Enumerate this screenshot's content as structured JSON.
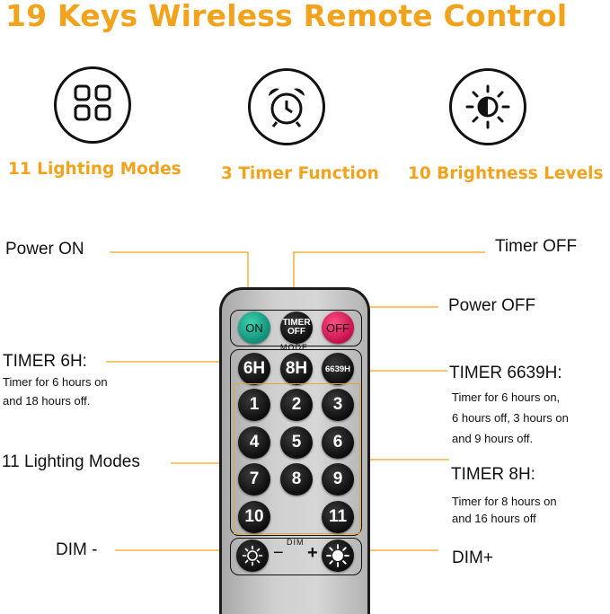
{
  "title": "19 Keys Wireless Remote Control",
  "features": [
    {
      "icon": "grid-icon",
      "label": "11 Lighting Modes"
    },
    {
      "icon": "alarm-clock-icon",
      "label": "3 Timer Function"
    },
    {
      "icon": "brightness-icon",
      "label": "10 Brightness Levels"
    }
  ],
  "callouts": {
    "power_on": "Power ON",
    "timer_off": "Timer OFF",
    "power_off": "Power OFF",
    "timer_6h": "TIMER 6H:",
    "timer_6h_desc_1": "Timer for 6 hours on",
    "timer_6h_desc_2": "and 18 hours off.",
    "timer_6639h": "TIMER 6639H:",
    "timer_6639h_desc_1": "Timer for 6 hours on,",
    "timer_6639h_desc_2": "6 hours off, 3 hours on",
    "timer_6639h_desc_3": "and 9 hours off.",
    "lighting_modes": "11 Lighting Modes",
    "timer_8h": "TIMER 8H:",
    "timer_8h_desc_1": "Timer for 8 hours on",
    "timer_8h_desc_2": "and 16 hours off",
    "dim_minus": "DIM -",
    "dim_plus": "DIM+"
  },
  "remote": {
    "on_label": "ON",
    "timer_off_label_1": "TIMER",
    "timer_off_label_2": "OFF",
    "off_label": "OFF",
    "mode_label": "MODE",
    "btn_6h": "6H",
    "btn_8h": "8H",
    "btn_6639h": "6639H",
    "numbers": [
      "1",
      "2",
      "3",
      "4",
      "5",
      "6",
      "7",
      "8",
      "9",
      "10",
      "11"
    ],
    "dim_label": "DIM",
    "minus": "−",
    "plus": "+"
  },
  "colors": {
    "accent": "#f3a21b",
    "on_button": "#1fb596",
    "off_button": "#e5215e"
  }
}
